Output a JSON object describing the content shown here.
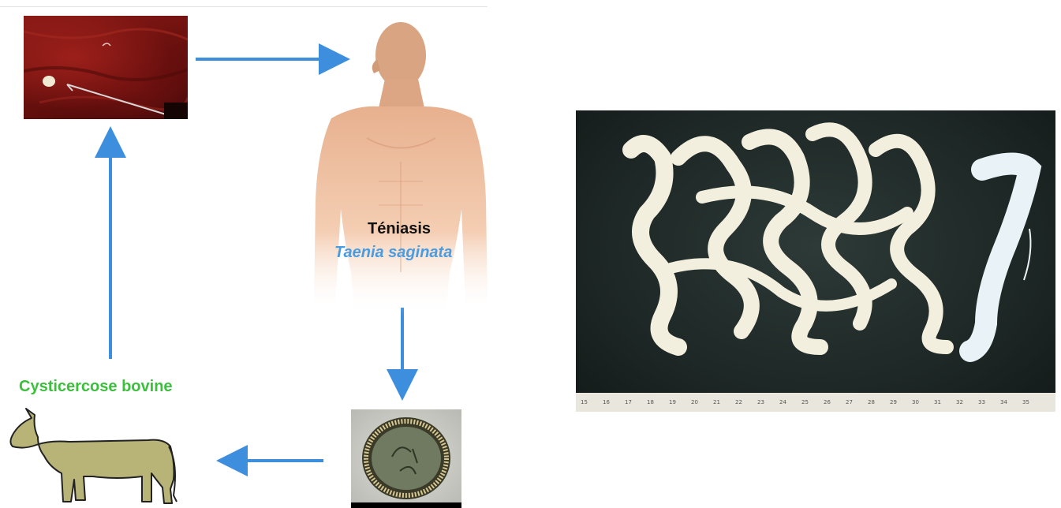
{
  "human": {
    "title": "Téniasis",
    "species": "Taenia saginata"
  },
  "animal": {
    "title": "Cysticercose bovine"
  },
  "colors": {
    "arrow": "#3d8fde",
    "species_text": "#4b9be0",
    "animal_text": "#3cbf3c",
    "skin": "#f2c2a0",
    "cow": "#b8b477"
  },
  "icons": {
    "meat_photo": "beef-muscle-cyst-photo",
    "human_figure": "human-torso-icon",
    "egg_photo": "taenia-egg-micrograph",
    "cow_figure": "cow-silhouette-icon",
    "worm_photo": "tapeworm-specimen-photo"
  },
  "ruler_ticks": [
    "15",
    "16",
    "17",
    "18",
    "19",
    "20",
    "21",
    "22",
    "23",
    "24",
    "25",
    "26",
    "27",
    "28",
    "29",
    "30",
    "31",
    "32",
    "33",
    "34",
    "35"
  ]
}
